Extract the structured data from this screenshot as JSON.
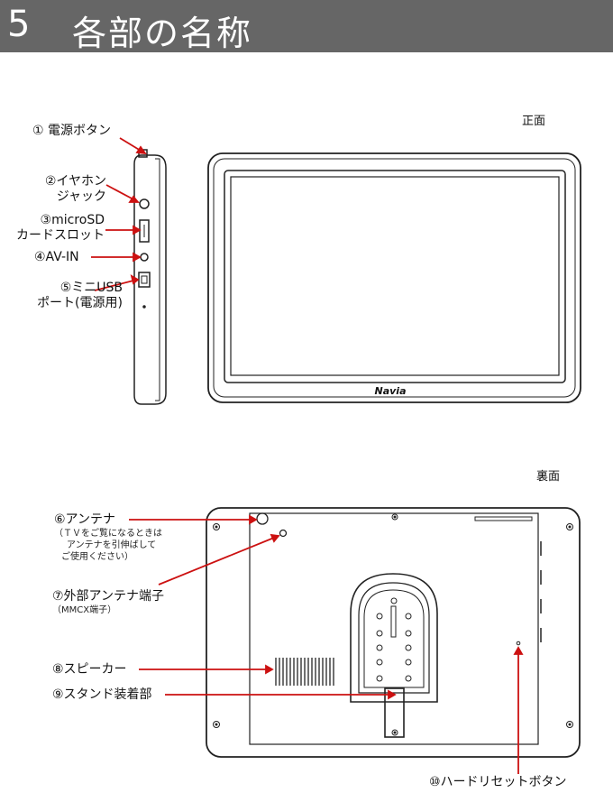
{
  "header": {
    "number": "5",
    "title": "各部の名称"
  },
  "views": {
    "front": "正面",
    "back": "裏面"
  },
  "device": {
    "brand_logo": "Navia"
  },
  "parts": {
    "p1": "① 電源ボタン",
    "p2a": "②イヤホン",
    "p2b": "ジャック",
    "p3a": "③microSD",
    "p3b": "カードスロット",
    "p4": "④AV-IN",
    "p5a": "⑤ミニUSB",
    "p5b": "ポート(電源用)",
    "p6": "⑥アンテナ",
    "p6n1": "（ＴＶをご覧になるときは",
    "p6n2": "アンテナを引伸ばして",
    "p6n3": "ご使用ください）",
    "p7": "⑦外部アンテナ端子",
    "p7n": "（MMCX端子）",
    "p8": "⑧スピーカー",
    "p9": "⑨スタンド装着部",
    "p10": "⑩ハードリセットボタン"
  },
  "colors": {
    "header_bg": "#666666",
    "leader": "#cc1111",
    "outline": "#222222"
  }
}
